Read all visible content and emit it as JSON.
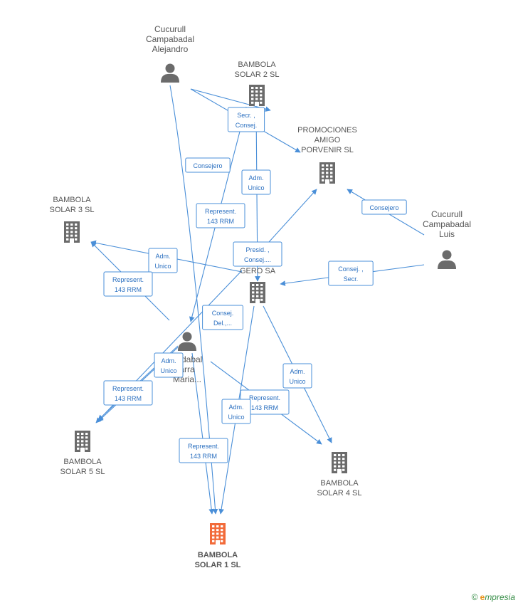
{
  "nodes": [
    {
      "id": "alejandro",
      "type": "person",
      "label": [
        "Cucurull",
        "Campabadal",
        "Alejandro"
      ],
      "color": "#6b6b6b",
      "bold": false
    },
    {
      "id": "bs2",
      "type": "company",
      "label": [
        "BAMBOLA",
        "SOLAR 2 SL"
      ],
      "color": "#6b6b6b",
      "bold": false
    },
    {
      "id": "promo",
      "type": "company",
      "label": [
        "PROMOCIONES",
        "AMIGO",
        "PORVENIR  SL"
      ],
      "color": "#6b6b6b",
      "bold": false
    },
    {
      "id": "luis",
      "type": "person",
      "label": [
        "Cucurull",
        "Campabadal",
        "Luis"
      ],
      "color": "#6b6b6b",
      "bold": false
    },
    {
      "id": "bs3",
      "type": "company",
      "label": [
        "BAMBOLA",
        "SOLAR 3 SL"
      ],
      "color": "#6b6b6b",
      "bold": false
    },
    {
      "id": "central",
      "type": "company",
      "label": [
        "IN",
        "GERO SA"
      ],
      "color": "#6b6b6b",
      "bold": false
    },
    {
      "id": "maria",
      "type": "person",
      "label": [
        "padabal",
        "arra",
        "Maria..."
      ],
      "color": "#6b6b6b",
      "bold": false
    },
    {
      "id": "bs5",
      "type": "company",
      "label": [
        "BAMBOLA",
        "SOLAR 5 SL"
      ],
      "color": "#6b6b6b",
      "bold": false
    },
    {
      "id": "bs4",
      "type": "company",
      "label": [
        "BAMBOLA",
        "SOLAR 4 SL"
      ],
      "color": "#6b6b6b",
      "bold": false
    },
    {
      "id": "bs1",
      "type": "company",
      "label": [
        "BAMBOLA",
        "SOLAR 1 SL"
      ],
      "color": "#f26b3a",
      "bold": true
    }
  ],
  "edges": [
    {
      "from": "alejandro",
      "to": "bs2",
      "label": [
        "Secr. ,",
        "Consej."
      ]
    },
    {
      "from": "alejandro",
      "to": "promo",
      "label": []
    },
    {
      "from": "alejandro",
      "to": "bs1",
      "label": [
        "Consejero"
      ]
    },
    {
      "from": "bs2",
      "to": "maria",
      "label": [
        "Represent.",
        "143 RRM"
      ]
    },
    {
      "from": "bs2",
      "to": "central",
      "label": [
        "Adm.",
        "Unico"
      ]
    },
    {
      "from": "luis",
      "to": "promo",
      "label": [
        "Consejero"
      ]
    },
    {
      "from": "luis",
      "to": "central",
      "label": [
        "Consej. ,",
        "Secr."
      ]
    },
    {
      "from": "central",
      "to": "promo",
      "label": [
        "Presid. ,",
        "Consej...."
      ]
    },
    {
      "from": "central",
      "to": "bs3",
      "label": [
        "Adm.",
        "Unico"
      ]
    },
    {
      "from": "maria",
      "to": "bs3",
      "label": [
        "Represent.",
        "143 RRM"
      ]
    },
    {
      "from": "central",
      "to": "bs5",
      "label": [
        "Consej.",
        "Del.,..."
      ]
    },
    {
      "from": "maria",
      "to": "bs5",
      "label": [
        "Adm.",
        "Unico"
      ]
    },
    {
      "from": "maria",
      "to": "bs5",
      "label": [
        "Represent.",
        "143 RRM"
      ]
    },
    {
      "from": "central",
      "to": "bs4",
      "label": [
        "Adm.",
        "Unico"
      ]
    },
    {
      "from": "maria",
      "to": "bs4",
      "label": [
        "Represent.",
        "143 RRM"
      ]
    },
    {
      "from": "central",
      "to": "bs1",
      "label": [
        "Adm.",
        "Unico"
      ]
    },
    {
      "from": "maria",
      "to": "bs1",
      "label": [
        "Represent.",
        "143 RRM"
      ]
    }
  ],
  "footer": {
    "copyright": "©",
    "brand_first": "e",
    "brand_rest": "mpresia"
  },
  "colors": {
    "edge": "#4a8fd8",
    "node": "#6b6b6b",
    "focus": "#f26b3a"
  }
}
